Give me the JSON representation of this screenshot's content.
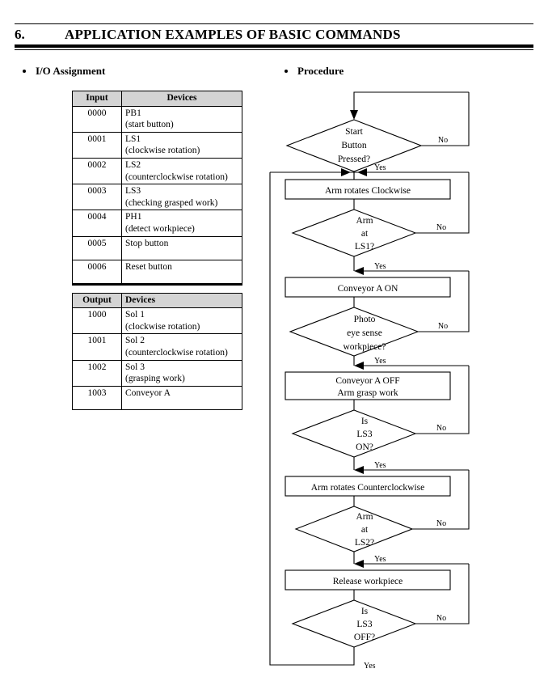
{
  "heading": {
    "number": "6.",
    "title": "APPLICATION EXAMPLES OF BASIC COMMANDS"
  },
  "sections": {
    "io_assignment_label": "I/O Assignment",
    "procedure_label": "Procedure"
  },
  "input_table": {
    "headers": {
      "code": "Input",
      "devices": "Devices"
    },
    "rows": [
      {
        "code": "0000",
        "device": "PB1",
        "detail": "(start button)"
      },
      {
        "code": "0001",
        "device": "LS1",
        "detail": "(clockwise rotation)"
      },
      {
        "code": "0002",
        "device": "LS2",
        "detail": "(counterclockwise rotation)"
      },
      {
        "code": "0003",
        "device": "LS3",
        "detail": "(checking grasped work)"
      },
      {
        "code": "0004",
        "device": "PH1",
        "detail": "(detect workpiece)"
      },
      {
        "code": "0005",
        "device": "Stop button",
        "detail": ""
      },
      {
        "code": "0006",
        "device": "Reset button",
        "detail": ""
      }
    ]
  },
  "output_table": {
    "headers": {
      "code": "Output",
      "devices": "Devices"
    },
    "rows": [
      {
        "code": "1000",
        "device": "Sol 1",
        "detail": "(clockwise rotation)"
      },
      {
        "code": "1001",
        "device": "Sol 2",
        "detail": "(counterclockwise rotation)"
      },
      {
        "code": "1002",
        "device": "Sol 3",
        "detail": "(grasping work)"
      },
      {
        "code": "1003",
        "device": "Conveyor A",
        "detail": ""
      }
    ]
  },
  "flowchart": {
    "type": "flowchart",
    "decisions": [
      {
        "id": "d1",
        "lines": [
          "Start",
          "Button",
          "Pressed?"
        ],
        "yes": "Yes",
        "no": "No"
      },
      {
        "id": "d2",
        "lines": [
          "Arm",
          "at",
          "LS1?"
        ],
        "yes": "Yes",
        "no": "No"
      },
      {
        "id": "d3",
        "lines": [
          "Photo",
          "eye sense",
          "workpiece?"
        ],
        "yes": "Yes",
        "no": "No"
      },
      {
        "id": "d4",
        "lines": [
          "Is",
          "LS3",
          "ON?"
        ],
        "yes": "Yes",
        "no": "No"
      },
      {
        "id": "d5",
        "lines": [
          "Arm",
          "at",
          "LS2?"
        ],
        "yes": "Yes",
        "no": "No"
      },
      {
        "id": "d6",
        "lines": [
          "Is",
          "LS3",
          "OFF?"
        ],
        "yes": "Yes",
        "no": "No"
      }
    ],
    "processes": [
      {
        "id": "p1",
        "lines": [
          "Arm rotates Clockwise"
        ]
      },
      {
        "id": "p2",
        "lines": [
          "Conveyor A ON"
        ]
      },
      {
        "id": "p3",
        "lines": [
          "Conveyor A OFF",
          "Arm grasp work"
        ]
      },
      {
        "id": "p4",
        "lines": [
          "Arm rotates Counterclockwise"
        ]
      },
      {
        "id": "p5",
        "lines": [
          "Release workpiece"
        ]
      }
    ],
    "labels": {
      "d1_text_0": "Start",
      "d1_text_1": "Button",
      "d1_text_2": "Pressed?",
      "d2_text_0": "Arm",
      "d2_text_1": "at",
      "d2_text_2": "LS1?",
      "d3_text_0": "Photo",
      "d3_text_1": "eye sense",
      "d3_text_2": "workpiece?",
      "d4_text_0": "Is",
      "d4_text_1": "LS3",
      "d4_text_2": "ON?",
      "d5_text_0": "Arm",
      "d5_text_1": "at",
      "d5_text_2": "LS2?",
      "d6_text_0": "Is",
      "d6_text_1": "LS3",
      "d6_text_2": "OFF?",
      "p1_text_0": "Arm rotates Clockwise",
      "p2_text_0": "Conveyor A ON",
      "p3_text_0": "Conveyor A OFF",
      "p3_text_1": "Arm grasp work",
      "p4_text_0": "Arm rotates Counterclockwise",
      "p5_text_0": "Release workpiece",
      "no_1": "No",
      "no_2": "No",
      "no_3": "No",
      "no_4": "No",
      "no_5": "No",
      "no_6": "No",
      "yes_1": "Yes",
      "yes_2": "Yes",
      "yes_3": "Yes",
      "yes_4": "Yes",
      "yes_5": "Yes",
      "yes_6": "Yes"
    }
  },
  "colors": {
    "page_background": "#ffffff",
    "ink": "#000000",
    "table_header_fill": "#d4d4d4",
    "shape_fill": "#ffffff"
  }
}
